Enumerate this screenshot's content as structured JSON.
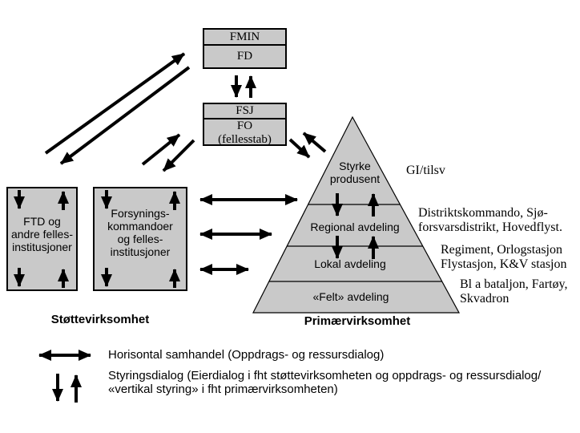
{
  "colors": {
    "shape_fill": "#c9c9c9",
    "line": "#000000",
    "background": "#ffffff"
  },
  "top_chain": {
    "fmin": "FMIN",
    "fd": "FD",
    "fsj": "FSJ",
    "fo": "FO\n(fellesstab)"
  },
  "support": {
    "box1_label": "FTD og\nandre felles-\ninstitusjoner",
    "box2_label": "Forsynings-\nkommandoer\nog felles-\ninstitusjoner",
    "section_label": "Støttevirksomhet"
  },
  "pyramid": {
    "levels": [
      "Styrke\nprodusent",
      "Regional avdeling",
      "Lokal avdeling",
      "«Felt» avdeling"
    ],
    "section_label": "Primærvirksomhet",
    "annotations": [
      "GI/tilsv",
      "Distriktskommando, Sjø-\nforsvarsdistrikt, Hovedflyst.",
      "Regiment, Orlogstasjon\nFlystasjon, K&V stasjon",
      "Bl a bataljon, Fartøy,\nSkvadron"
    ]
  },
  "legend": {
    "horizontal_label": "Horisontal samhandel (Oppdrags- og ressursdialog)",
    "styring_label": "Styringsdialog (Eierdialog i fht støttevirksomheten og oppdrags- og ressursdialog/\n«vertikal styring» i fht primærvirksomheten)"
  }
}
